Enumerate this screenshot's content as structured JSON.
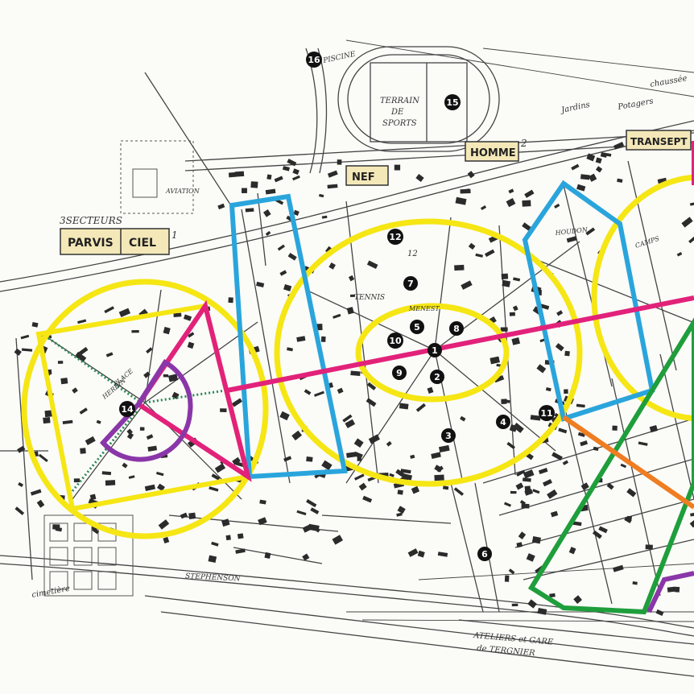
{
  "map": {
    "colors": {
      "yellow": "#f5e614",
      "magenta": "#e2227a",
      "blue": "#2aa5dc",
      "purple": "#8a36a8",
      "green": "#1f9e3c",
      "orange": "#ef7d22",
      "ink": "#333333"
    },
    "labels": {
      "sectors": "3SECTEURS",
      "parvis": "PARVIS",
      "ciel": "CIEL",
      "ciel_num": "1",
      "nef": "NEF",
      "homme": "HOMME",
      "homme_num": "2",
      "transept": "TRANSEPT",
      "piscine": "PISCINE",
      "terrain1": "TERRAIN",
      "terrain2": "DE",
      "terrain3": "SPORTS",
      "jardins": "Jardins",
      "potagers": "Potagers",
      "chaussee": "chaussée",
      "houdon": "HOUDON",
      "camps": "CAMPS",
      "tennis": "TENNIS",
      "menest": "MENEST",
      "stephenson": "STEPHENSON",
      "cimetiere": "cimetière",
      "ateliers1": "ATELIERS et GARE",
      "ateliers2": "de TERGNIER",
      "place1": "PLACE",
      "place2": "HERBIN",
      "aviation": "AVIATION",
      "twelve": "12"
    },
    "markers": [
      {
        "id": "1",
        "name": "marker-1"
      },
      {
        "id": "2",
        "name": "marker-2"
      },
      {
        "id": "3",
        "name": "marker-3"
      },
      {
        "id": "4",
        "name": "marker-4"
      },
      {
        "id": "5",
        "name": "marker-5"
      },
      {
        "id": "6",
        "name": "marker-6"
      },
      {
        "id": "7",
        "name": "marker-7"
      },
      {
        "id": "8",
        "name": "marker-8"
      },
      {
        "id": "9",
        "name": "marker-9"
      },
      {
        "id": "10",
        "name": "marker-10"
      },
      {
        "id": "11",
        "name": "marker-11"
      },
      {
        "id": "12",
        "name": "marker-12"
      },
      {
        "id": "14",
        "name": "marker-14"
      },
      {
        "id": "15",
        "name": "marker-15"
      },
      {
        "id": "16",
        "name": "marker-16"
      }
    ]
  }
}
